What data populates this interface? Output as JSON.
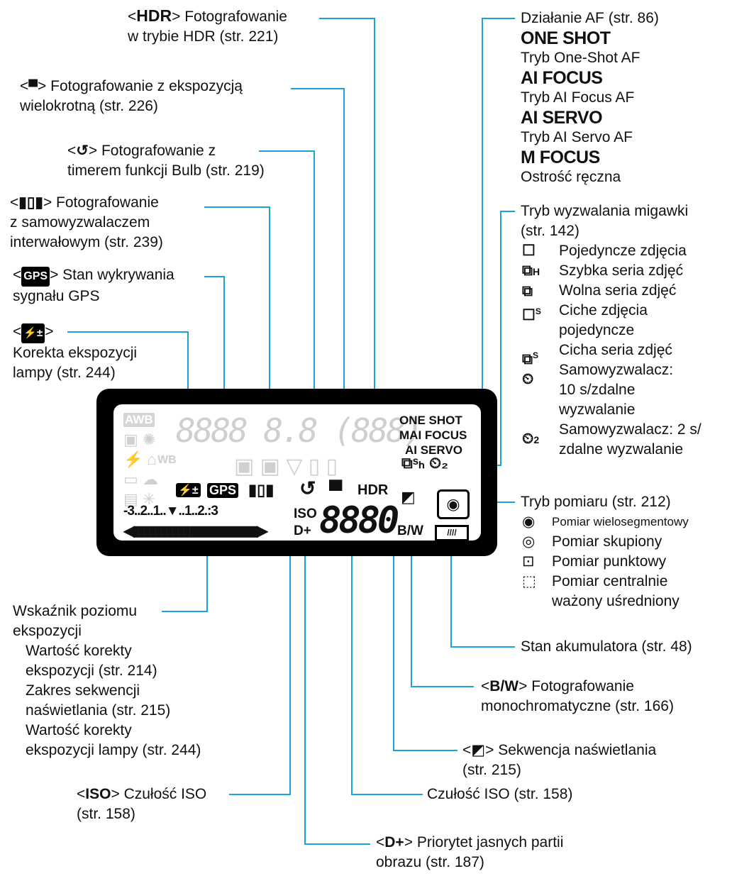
{
  "hdr": {
    "tag": "HDR",
    "label": "Fotografowanie",
    "label2": "w trybie HDR (str. 221)"
  },
  "multi": {
    "label": "Fotografowanie z ekspozycją",
    "label2": "wielokrotną (str. 226)"
  },
  "bulb": {
    "label": "Fotografowanie z",
    "label2": "timerem funkcji Bulb (str. 219)"
  },
  "interval": {
    "label": "Fotografowanie",
    "label2": "z samowyzwalaczem",
    "label3": "interwałowym (str. 239)"
  },
  "gps": {
    "tag": "GPS",
    "label": "Stan wykrywania",
    "label2": "sygnału GPS"
  },
  "flash_comp": {
    "label": "Korekta ekspozycji",
    "label2": "lampy (str. 244)"
  },
  "af": {
    "title": "Działanie AF (str. 86)",
    "modes": [
      {
        "name": "ONE SHOT",
        "desc": "Tryb One-Shot AF"
      },
      {
        "name": "AI FOCUS",
        "desc": "Tryb AI Focus AF"
      },
      {
        "name": "AI SERVO",
        "desc": "Tryb AI Servo AF"
      },
      {
        "name": "M FOCUS",
        "desc": "Ostrość ręczna"
      }
    ]
  },
  "drive": {
    "title": "Tryb wyzwalania migawki",
    "title2": "(str. 142)",
    "items": [
      {
        "icon": "single-shot-icon",
        "label": "Pojedyncze zdjęcia"
      },
      {
        "icon": "high-speed-continuous-icon",
        "label": "Szybka seria zdjęć"
      },
      {
        "icon": "low-speed-continuous-icon",
        "label": "Wolna seria zdjęć"
      },
      {
        "icon": "silent-single-icon",
        "label": "Ciche zdjęcia",
        "label2": "pojedyncze"
      },
      {
        "icon": "silent-continuous-icon",
        "label": "Cicha seria zdjęć"
      },
      {
        "icon": "self-timer-10-icon",
        "label": "Samowyzwalacz:",
        "label2": "10 s/zdalne",
        "label3": "wyzwalanie"
      },
      {
        "icon": "self-timer-2-icon",
        "label": "Samowyzwalacz: 2 s/",
        "label2": "zdalne wyzwalanie"
      }
    ]
  },
  "metering": {
    "title": "Tryb pomiaru (str. 212)",
    "items": [
      {
        "label": "Pomiar wielosegmentowy"
      },
      {
        "label": "Pomiar skupiony"
      },
      {
        "label": "Pomiar punktowy"
      },
      {
        "label": "Pomiar centralnie",
        "label2": "ważony uśredniony"
      }
    ]
  },
  "battery": {
    "label": "Stan akumulatora (str. 48)"
  },
  "bw": {
    "tag": "B/W",
    "label": "Fotografowanie",
    "label2": "monochromatyczne (str. 166)"
  },
  "bracket": {
    "label": "Sekwencja naświetlania",
    "label2": "(str. 215)"
  },
  "iso_value": {
    "label": "Czułość ISO (str. 158)"
  },
  "iso": {
    "tag": "ISO",
    "label": "Czułość ISO",
    "label2": "(str. 158)"
  },
  "dplus": {
    "tag": "D+",
    "label": "Priorytet jasnych partii",
    "label2": "obrazu (str. 187)"
  },
  "exposure": {
    "title": "Wskaźnik poziomu",
    "title2": "ekspozycji",
    "items": [
      "Wartość korekty",
      "ekspozycji (str. 214)",
      "Zakres sekwencji",
      "naświetlania (str. 215)",
      "Wartość korekty",
      "ekspozycji lampy (str. 244)"
    ]
  },
  "lcd": {
    "af_modes": [
      "ONE SHOT",
      "MAI FOCUS",
      "AI SERVO"
    ],
    "segments": "8888 8.8 (888)",
    "scale": "-3..2..1..▼..1..2.:3",
    "iso": "ISO",
    "dplus": "D+",
    "big_digits": "8880",
    "bw": "B/W",
    "hdr": "HDR",
    "gps": "GPS",
    "awb": "AWB",
    "wb": "WB"
  }
}
